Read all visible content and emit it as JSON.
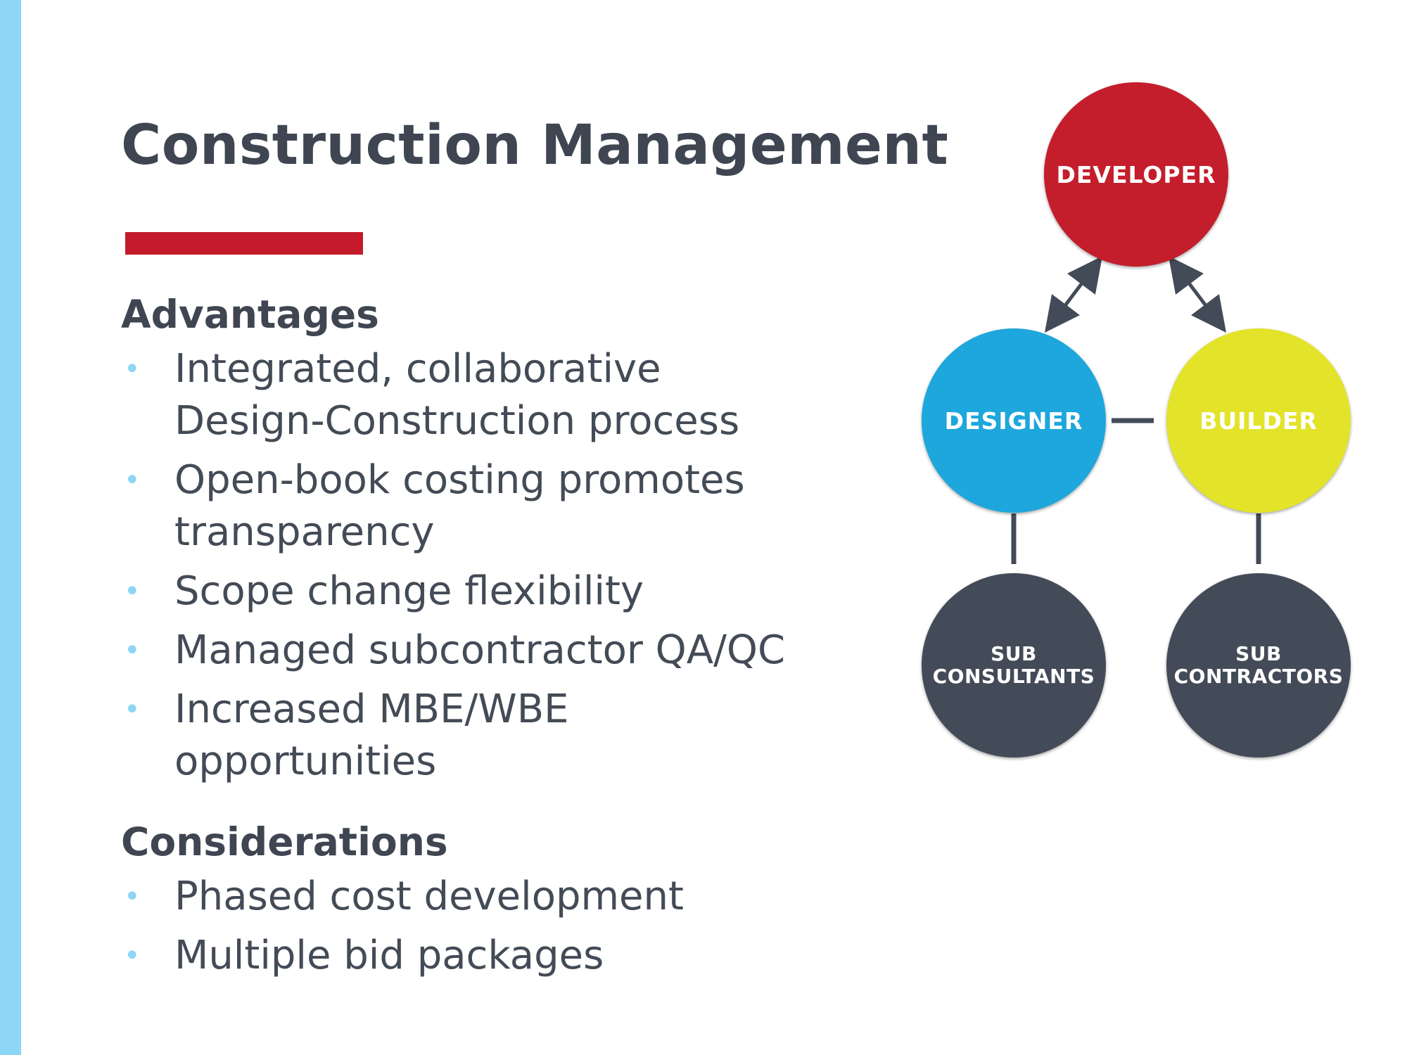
{
  "slide": {
    "title": "Construction Management",
    "accent_colors": {
      "stripe": "#8dd6f5",
      "title_rule": "#c41a2b",
      "bullet": "#8dd6f5"
    }
  },
  "advantages": {
    "heading": "Advantages",
    "items": [
      {
        "line1": "Integrated, collaborative",
        "line2": "Design-Construction process"
      },
      {
        "line1": "Open-book costing promotes",
        "line2": "transparency"
      },
      {
        "line1": "Scope change flexibility"
      },
      {
        "line1": "Managed subcontractor QA/QC"
      },
      {
        "line1": "Increased MBE/WBE",
        "line2": "opportunities"
      }
    ]
  },
  "considerations": {
    "heading": "Considerations",
    "items": [
      {
        "line1": "Phased cost development"
      },
      {
        "line1": "Multiple bid packages"
      }
    ]
  },
  "diagram": {
    "nodes": {
      "developer": {
        "label": "DEVELOPER",
        "color": "#c41e2c"
      },
      "designer": {
        "label": "DESIGNER",
        "color": "#1da7dc"
      },
      "builder": {
        "label": "BUILDER",
        "color": "#e3e32a"
      },
      "sub_consultants": {
        "line1": "SUB",
        "line2": "CONSULTANTS",
        "color": "#434b58"
      },
      "sub_contractors": {
        "line1": "SUB",
        "line2": "CONTRACTORS",
        "color": "#434b58"
      }
    },
    "connections": [
      {
        "from": "developer",
        "to": "designer",
        "style": "double-arrow"
      },
      {
        "from": "developer",
        "to": "builder",
        "style": "double-arrow"
      },
      {
        "from": "designer",
        "to": "builder",
        "style": "line"
      },
      {
        "from": "designer",
        "to": "sub_consultants",
        "style": "line"
      },
      {
        "from": "builder",
        "to": "sub_contractors",
        "style": "line"
      }
    ]
  }
}
